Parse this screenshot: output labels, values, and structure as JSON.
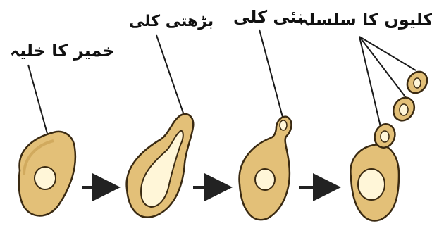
{
  "labels": {
    "yeast_cell": "خمیر کا خلیہ",
    "growing_bud": "بڑھتی کلی",
    "new_bud": "نئی کلی",
    "chain_of_buds": "کلیوں کا سلسلہ"
  },
  "colors": {
    "cell_fill": "#e3c078",
    "cell_stroke": "#3a2a12",
    "nucleus_fill": "#fff6d8",
    "arrow": "#222222"
  }
}
